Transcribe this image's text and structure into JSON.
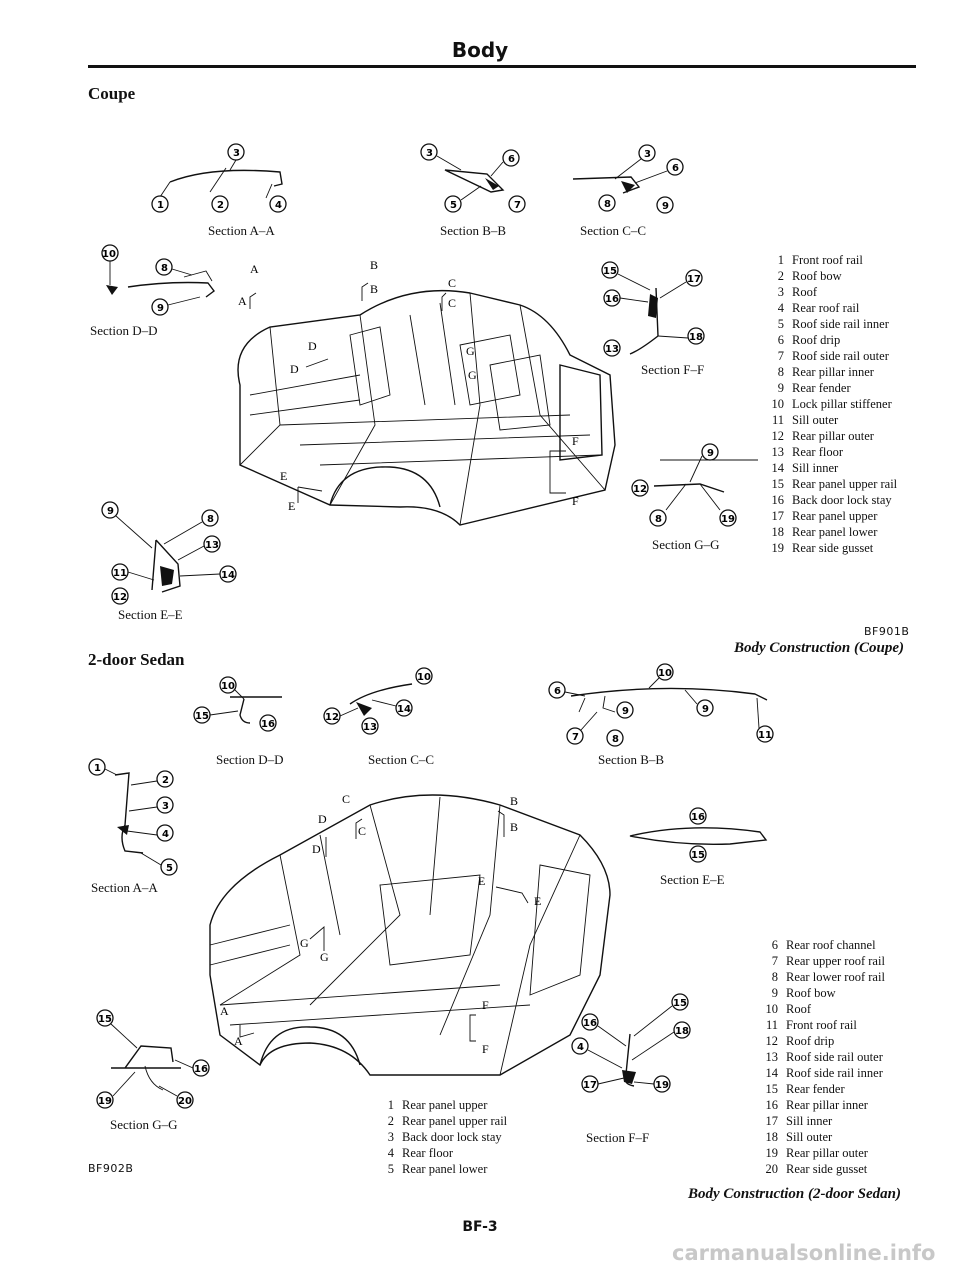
{
  "header": {
    "title": "Body"
  },
  "coupe": {
    "heading": "Coupe",
    "sections": {
      "aa": "Section A–A",
      "bb": "Section B–B",
      "cc": "Section C–C",
      "dd": "Section D–D",
      "ff": "Section F–F",
      "gg": "Section G–G",
      "ee": "Section E–E"
    },
    "parts": [
      {
        "n": "1",
        "name": "Front roof rail"
      },
      {
        "n": "2",
        "name": "Roof bow"
      },
      {
        "n": "3",
        "name": "Roof"
      },
      {
        "n": "4",
        "name": "Rear roof rail"
      },
      {
        "n": "5",
        "name": "Roof side rail inner"
      },
      {
        "n": "6",
        "name": "Roof drip"
      },
      {
        "n": "7",
        "name": "Roof side rail outer"
      },
      {
        "n": "8",
        "name": "Rear pillar inner"
      },
      {
        "n": "9",
        "name": "Rear fender"
      },
      {
        "n": "10",
        "name": "Lock pillar stiffener"
      },
      {
        "n": "11",
        "name": "Sill outer"
      },
      {
        "n": "12",
        "name": "Rear pillar outer"
      },
      {
        "n": "13",
        "name": "Rear floor"
      },
      {
        "n": "14",
        "name": "Sill inner"
      },
      {
        "n": "15",
        "name": "Rear panel upper rail"
      },
      {
        "n": "16",
        "name": "Back door lock stay"
      },
      {
        "n": "17",
        "name": "Rear panel upper"
      },
      {
        "n": "18",
        "name": "Rear panel lower"
      },
      {
        "n": "19",
        "name": "Rear side gusset"
      }
    ],
    "code": "BF901B",
    "caption": "Body Construction (Coupe)"
  },
  "sedan": {
    "heading": "2-door Sedan",
    "sections": {
      "dd": "Section D–D",
      "cc": "Section C–C",
      "bb": "Section B–B",
      "aa": "Section A–A",
      "ee": "Section E–E",
      "gg": "Section G–G",
      "ff": "Section F–F"
    },
    "parts_left": [
      {
        "n": "1",
        "name": "Rear panel upper"
      },
      {
        "n": "2",
        "name": "Rear panel upper rail"
      },
      {
        "n": "3",
        "name": "Back door lock stay"
      },
      {
        "n": "4",
        "name": "Rear floor"
      },
      {
        "n": "5",
        "name": "Rear panel lower"
      }
    ],
    "parts_right": [
      {
        "n": "6",
        "name": "Rear roof channel"
      },
      {
        "n": "7",
        "name": "Rear upper roof rail"
      },
      {
        "n": "8",
        "name": "Rear lower roof rail"
      },
      {
        "n": "9",
        "name": "Roof bow"
      },
      {
        "n": "10",
        "name": "Roof"
      },
      {
        "n": "11",
        "name": "Front roof rail"
      },
      {
        "n": "12",
        "name": "Roof drip"
      },
      {
        "n": "13",
        "name": "Roof side rail outer"
      },
      {
        "n": "14",
        "name": "Roof side rail inner"
      },
      {
        "n": "15",
        "name": "Rear fender"
      },
      {
        "n": "16",
        "name": "Rear pillar inner"
      },
      {
        "n": "17",
        "name": "Sill inner"
      },
      {
        "n": "18",
        "name": "Sill outer"
      },
      {
        "n": "19",
        "name": "Rear pillar outer"
      },
      {
        "n": "20",
        "name": "Rear side gusset"
      }
    ],
    "code": "BF902B",
    "caption": "Body Construction (2-door Sedan)"
  },
  "footer": {
    "page": "BF-3",
    "watermark": "carmanualsonline.info"
  }
}
